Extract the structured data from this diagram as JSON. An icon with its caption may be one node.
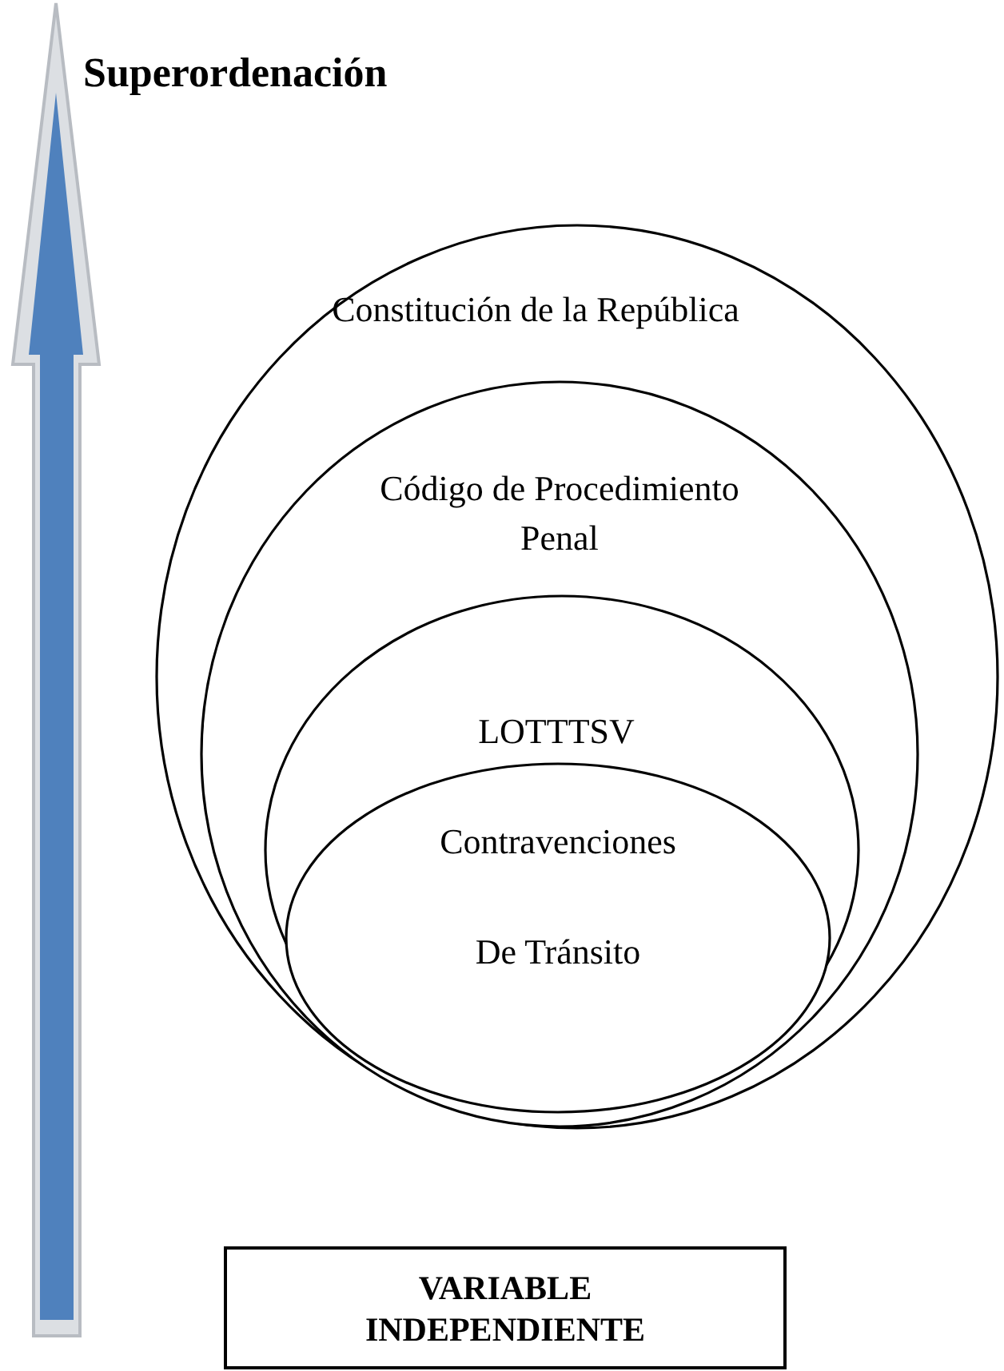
{
  "diagram": {
    "nodes": [
      {
        "text": [
          "Constitución de la República"
        ]
      },
      {
        "text": [
          "Código de Procedimiento Penal"
        ],
        "in": 0
      },
      {
        "text": [
          "LOTTTSV"
        ],
        "in": 1
      },
      {
        "text": [
          "Contravenciones",
          "De Tránsito"
        ],
        "in": 2
      },
      {
        "text": [
          "VARIABLE INDEPENDIENTE"
        ]
      }
    ],
    "edges": [],
    "labels": [
      "Superordenación"
    ]
  }
}
